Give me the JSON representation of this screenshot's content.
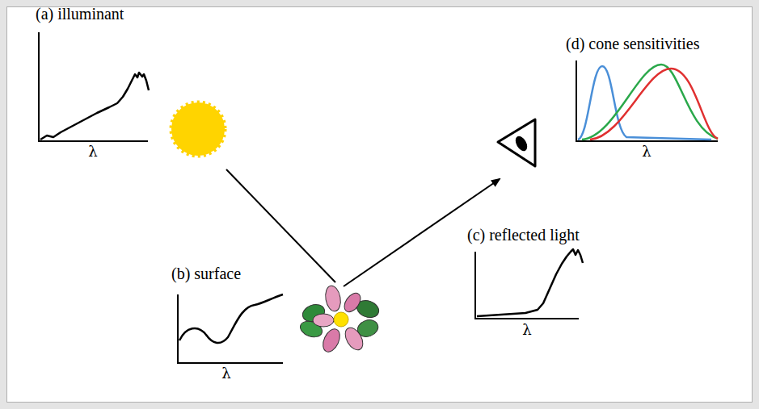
{
  "diagram": {
    "nodes": [
      {
        "text": [
          "(a) illuminant",
          "λ"
        ]
      },
      {
        "text": [
          "(b) surface",
          "λ"
        ]
      },
      {
        "text": [
          "(c) reflected light",
          "λ"
        ]
      },
      {
        "text": [
          "(d) cone sensitivities",
          "λ"
        ]
      }
    ]
  }
}
